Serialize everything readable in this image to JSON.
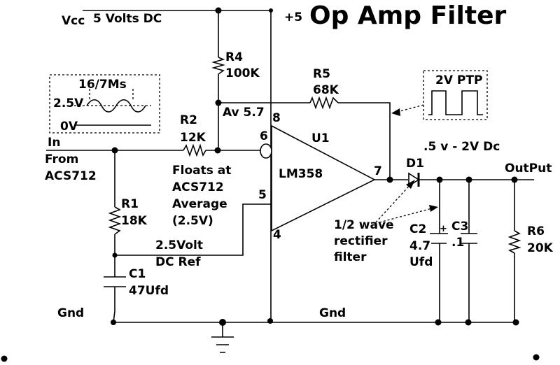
{
  "title": "Op Amp Filter",
  "supply": {
    "vcc": "Vcc",
    "volts": "5 Volts DC",
    "plus": "+5"
  },
  "resistors": {
    "r1": {
      "ref": "R1",
      "value": "18K"
    },
    "r2": {
      "ref": "R2",
      "value": "12K"
    },
    "r4": {
      "ref": "R4",
      "value": "100K"
    },
    "r5": {
      "ref": "R5",
      "value": "68K"
    },
    "r6": {
      "ref": "R6",
      "value": "20K"
    }
  },
  "capacitors": {
    "c1": {
      "ref": "C1",
      "value": "47Ufd"
    },
    "c2": {
      "ref": "C2",
      "value": "4.7",
      "unit": "Ufd",
      "polarity": "+"
    },
    "c3": {
      "ref": "C3",
      "value": ".1"
    }
  },
  "opamp": {
    "ref": "U1",
    "part": "LM358",
    "pins": {
      "p4": "4",
      "p5": "5",
      "p6": "6",
      "p7": "7",
      "p8": "8"
    }
  },
  "diode": {
    "ref": "D1"
  },
  "notes": {
    "av": "Av 5.7",
    "floats": [
      "Floats at",
      "ACS712",
      "Average",
      "(2.5V)"
    ],
    "dcref": [
      "2.5Volt",
      "DC Ref"
    ],
    "rect": [
      "1/2 wave",
      "rectifier",
      "filter"
    ],
    "outrange": ".5 v - 2V Dc",
    "input": [
      "In",
      "From",
      "ACS712"
    ],
    "output": "OutPut",
    "gnd_left": "Gnd",
    "gnd_mid": "Gnd"
  },
  "input_wave": {
    "period": "16/7Ms",
    "high": "2.5V",
    "low": "0V"
  },
  "output_wave": {
    "label": "2V PTP"
  }
}
